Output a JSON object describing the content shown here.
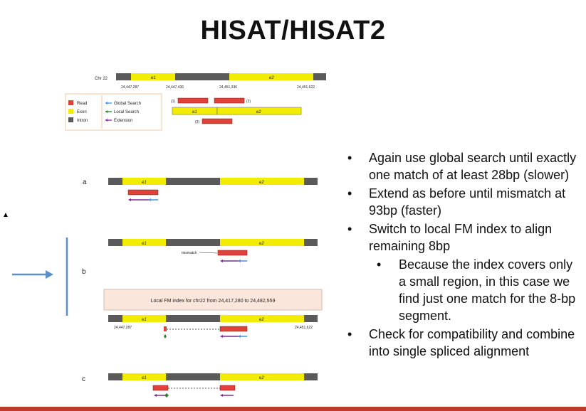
{
  "slide": {
    "title": "HISAT/HISAT2",
    "bullets": [
      {
        "level": 1,
        "text": "Again use global search until exactly one match of at least 28bp (slower)"
      },
      {
        "level": 1,
        "text": "Extend as before until mismatch at 93bp (faster)"
      },
      {
        "level": 1,
        "text": "Switch to local FM index to align remaining 8bp"
      },
      {
        "level": 2,
        "text": "Because the index covers only a small region, in this case we find just one match for the 8-bp segment."
      },
      {
        "level": 1,
        "text": "Check for compatibility and combine into single spliced alignment"
      }
    ]
  },
  "figure": {
    "chr_label": "Chr 22",
    "exon1_label": "e1",
    "exon2_label": "e2",
    "coord_1": "24,447,287",
    "coord_2": "24,447,436",
    "coord_3": "24,451,336",
    "coord_4": "24,451,622",
    "legend": {
      "read": "Read",
      "exon": "Exon",
      "intron": "Intron",
      "global": "Global Search",
      "local": "Local Search",
      "extension": "Extension"
    },
    "read_1": "(1)",
    "read_2": "(2)",
    "read_3": "(3)",
    "panel_a": "a",
    "panel_b": "b",
    "panel_c": "c",
    "mismatch": "mismatch",
    "local_index": "Local FM index for chr22 from 24,417,280 to 24,482,559",
    "colors": {
      "read": "#e0413a",
      "exon": "#f2ec00",
      "intron": "#5a5a5a",
      "global": "#4a8fd6",
      "local": "#2e7d32",
      "extension": "#7b2d8e"
    }
  }
}
